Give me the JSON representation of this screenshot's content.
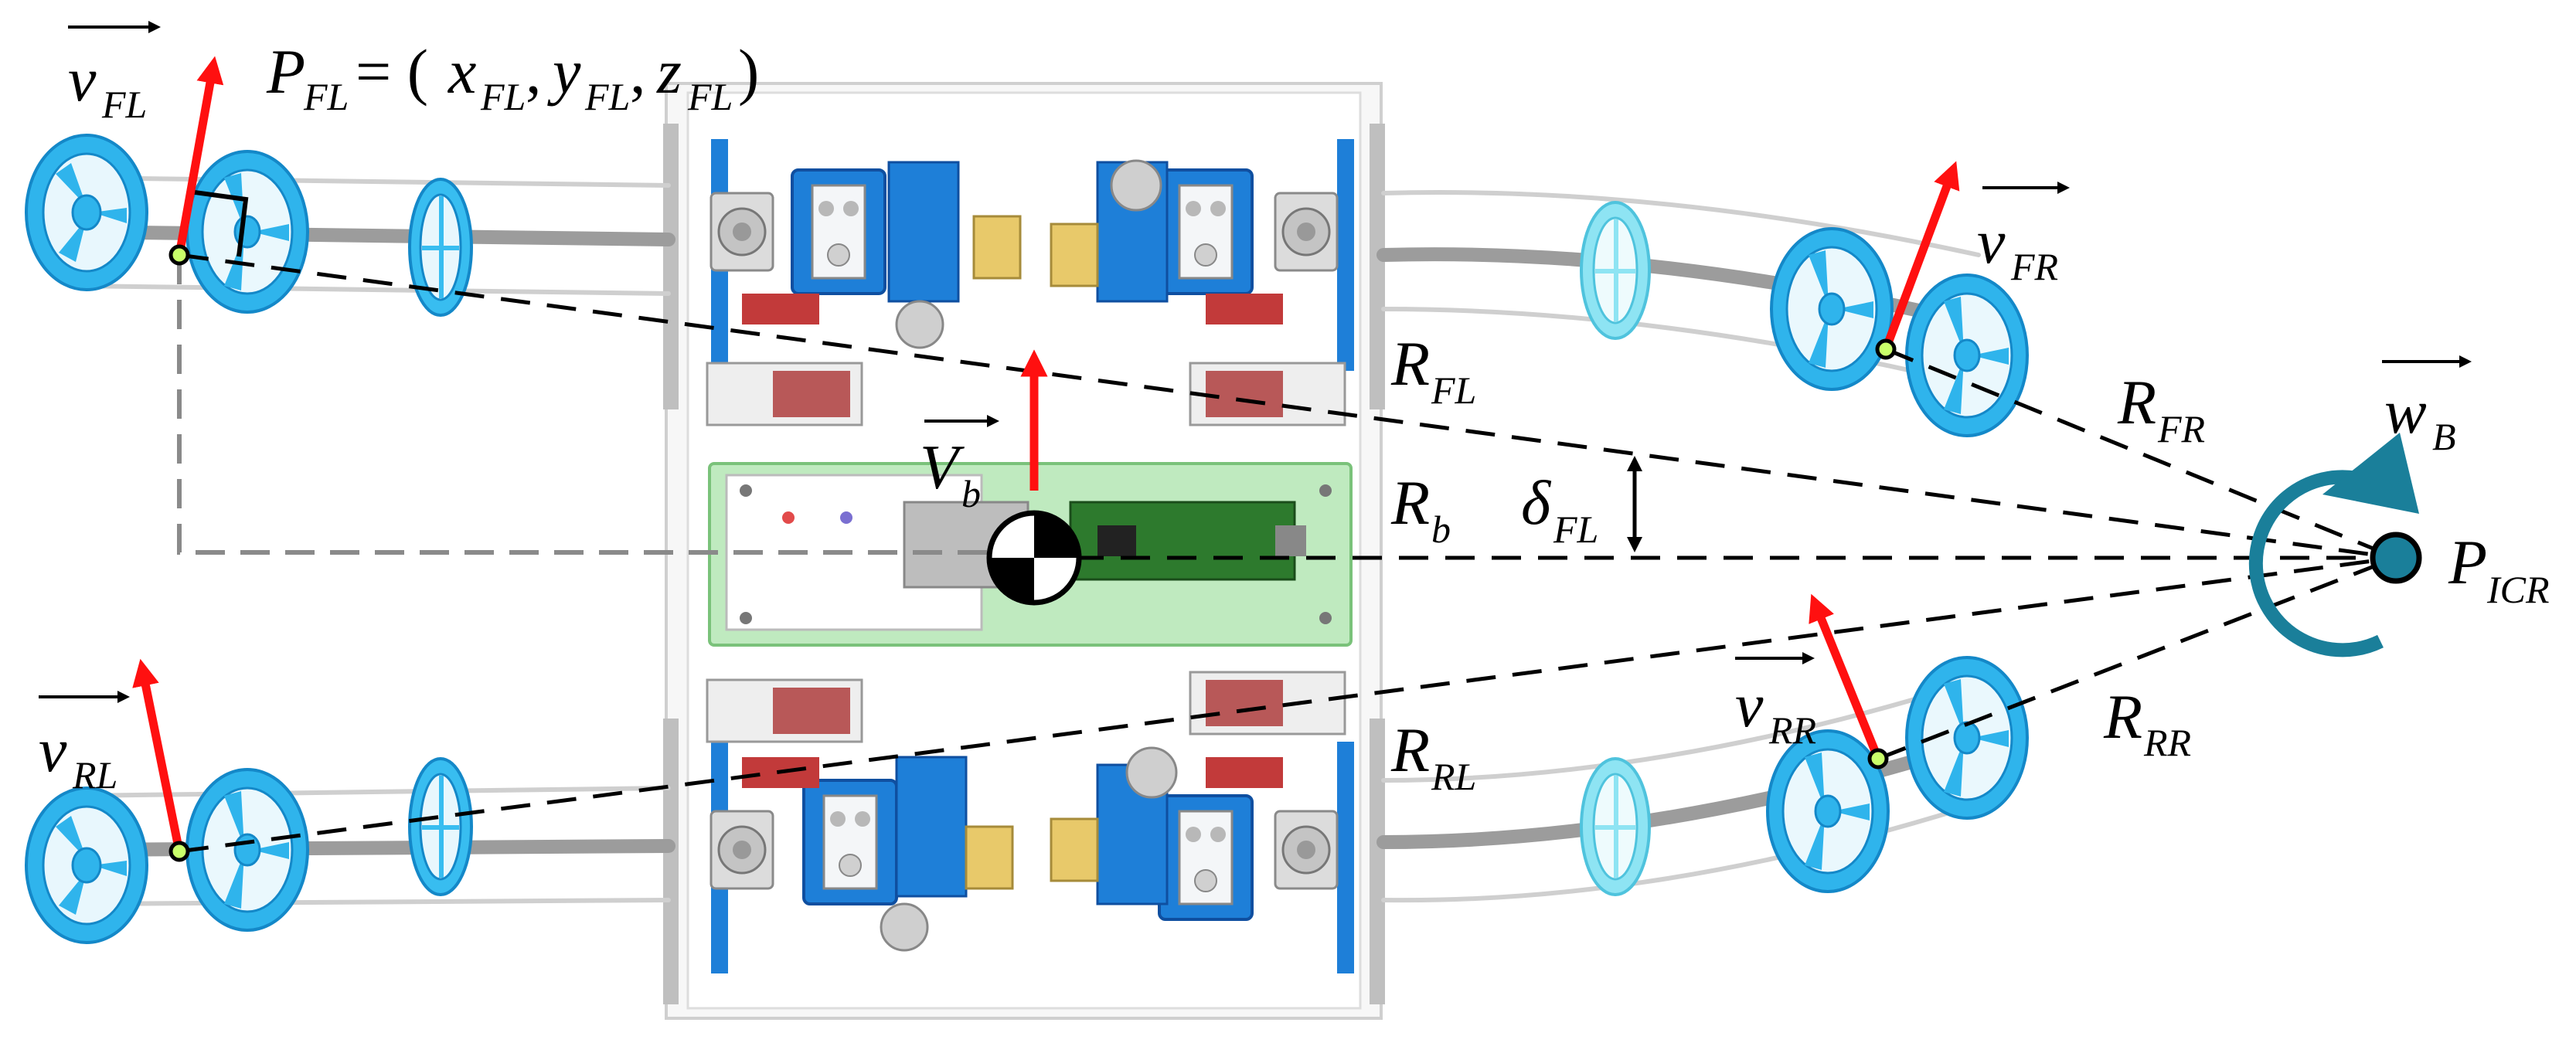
{
  "labels": {
    "v_fl": {
      "main": "v",
      "sub": "FL"
    },
    "p_fl": {
      "main": "P",
      "sub": "FL",
      "eq": "= (",
      "x": "x",
      "xs": "FL",
      "y": "y",
      "ys": "FL",
      "z": "z",
      "zs": "FL",
      "close": ")",
      "comma": ","
    },
    "v_fr": {
      "main": "v",
      "sub": "FR"
    },
    "r_fl": {
      "main": "R",
      "sub": "FL"
    },
    "r_fr": {
      "main": "R",
      "sub": "FR"
    },
    "w_b": {
      "main": "w",
      "sub": "B"
    },
    "v_b": {
      "main": "V",
      "sub": "b"
    },
    "r_b": {
      "main": "R",
      "sub": "b"
    },
    "delta_fl": {
      "main": "δ",
      "sub": "FL"
    },
    "p_icr": {
      "main": "P",
      "sub": "ICR"
    },
    "v_rl": {
      "main": "v",
      "sub": "RL"
    },
    "r_rl": {
      "main": "R",
      "sub": "RL"
    },
    "v_rr": {
      "main": "v",
      "sub": "RR"
    },
    "r_rr": {
      "main": "R",
      "sub": "RR"
    }
  },
  "colors": {
    "wheel": "#2fb4ec",
    "wheel_light": "#7fe0f2",
    "velocity_arrow": "#ff1010",
    "icr": "#1a7f9a",
    "board": "#8fd88f",
    "chassis_blue": "#1e7fd8"
  }
}
